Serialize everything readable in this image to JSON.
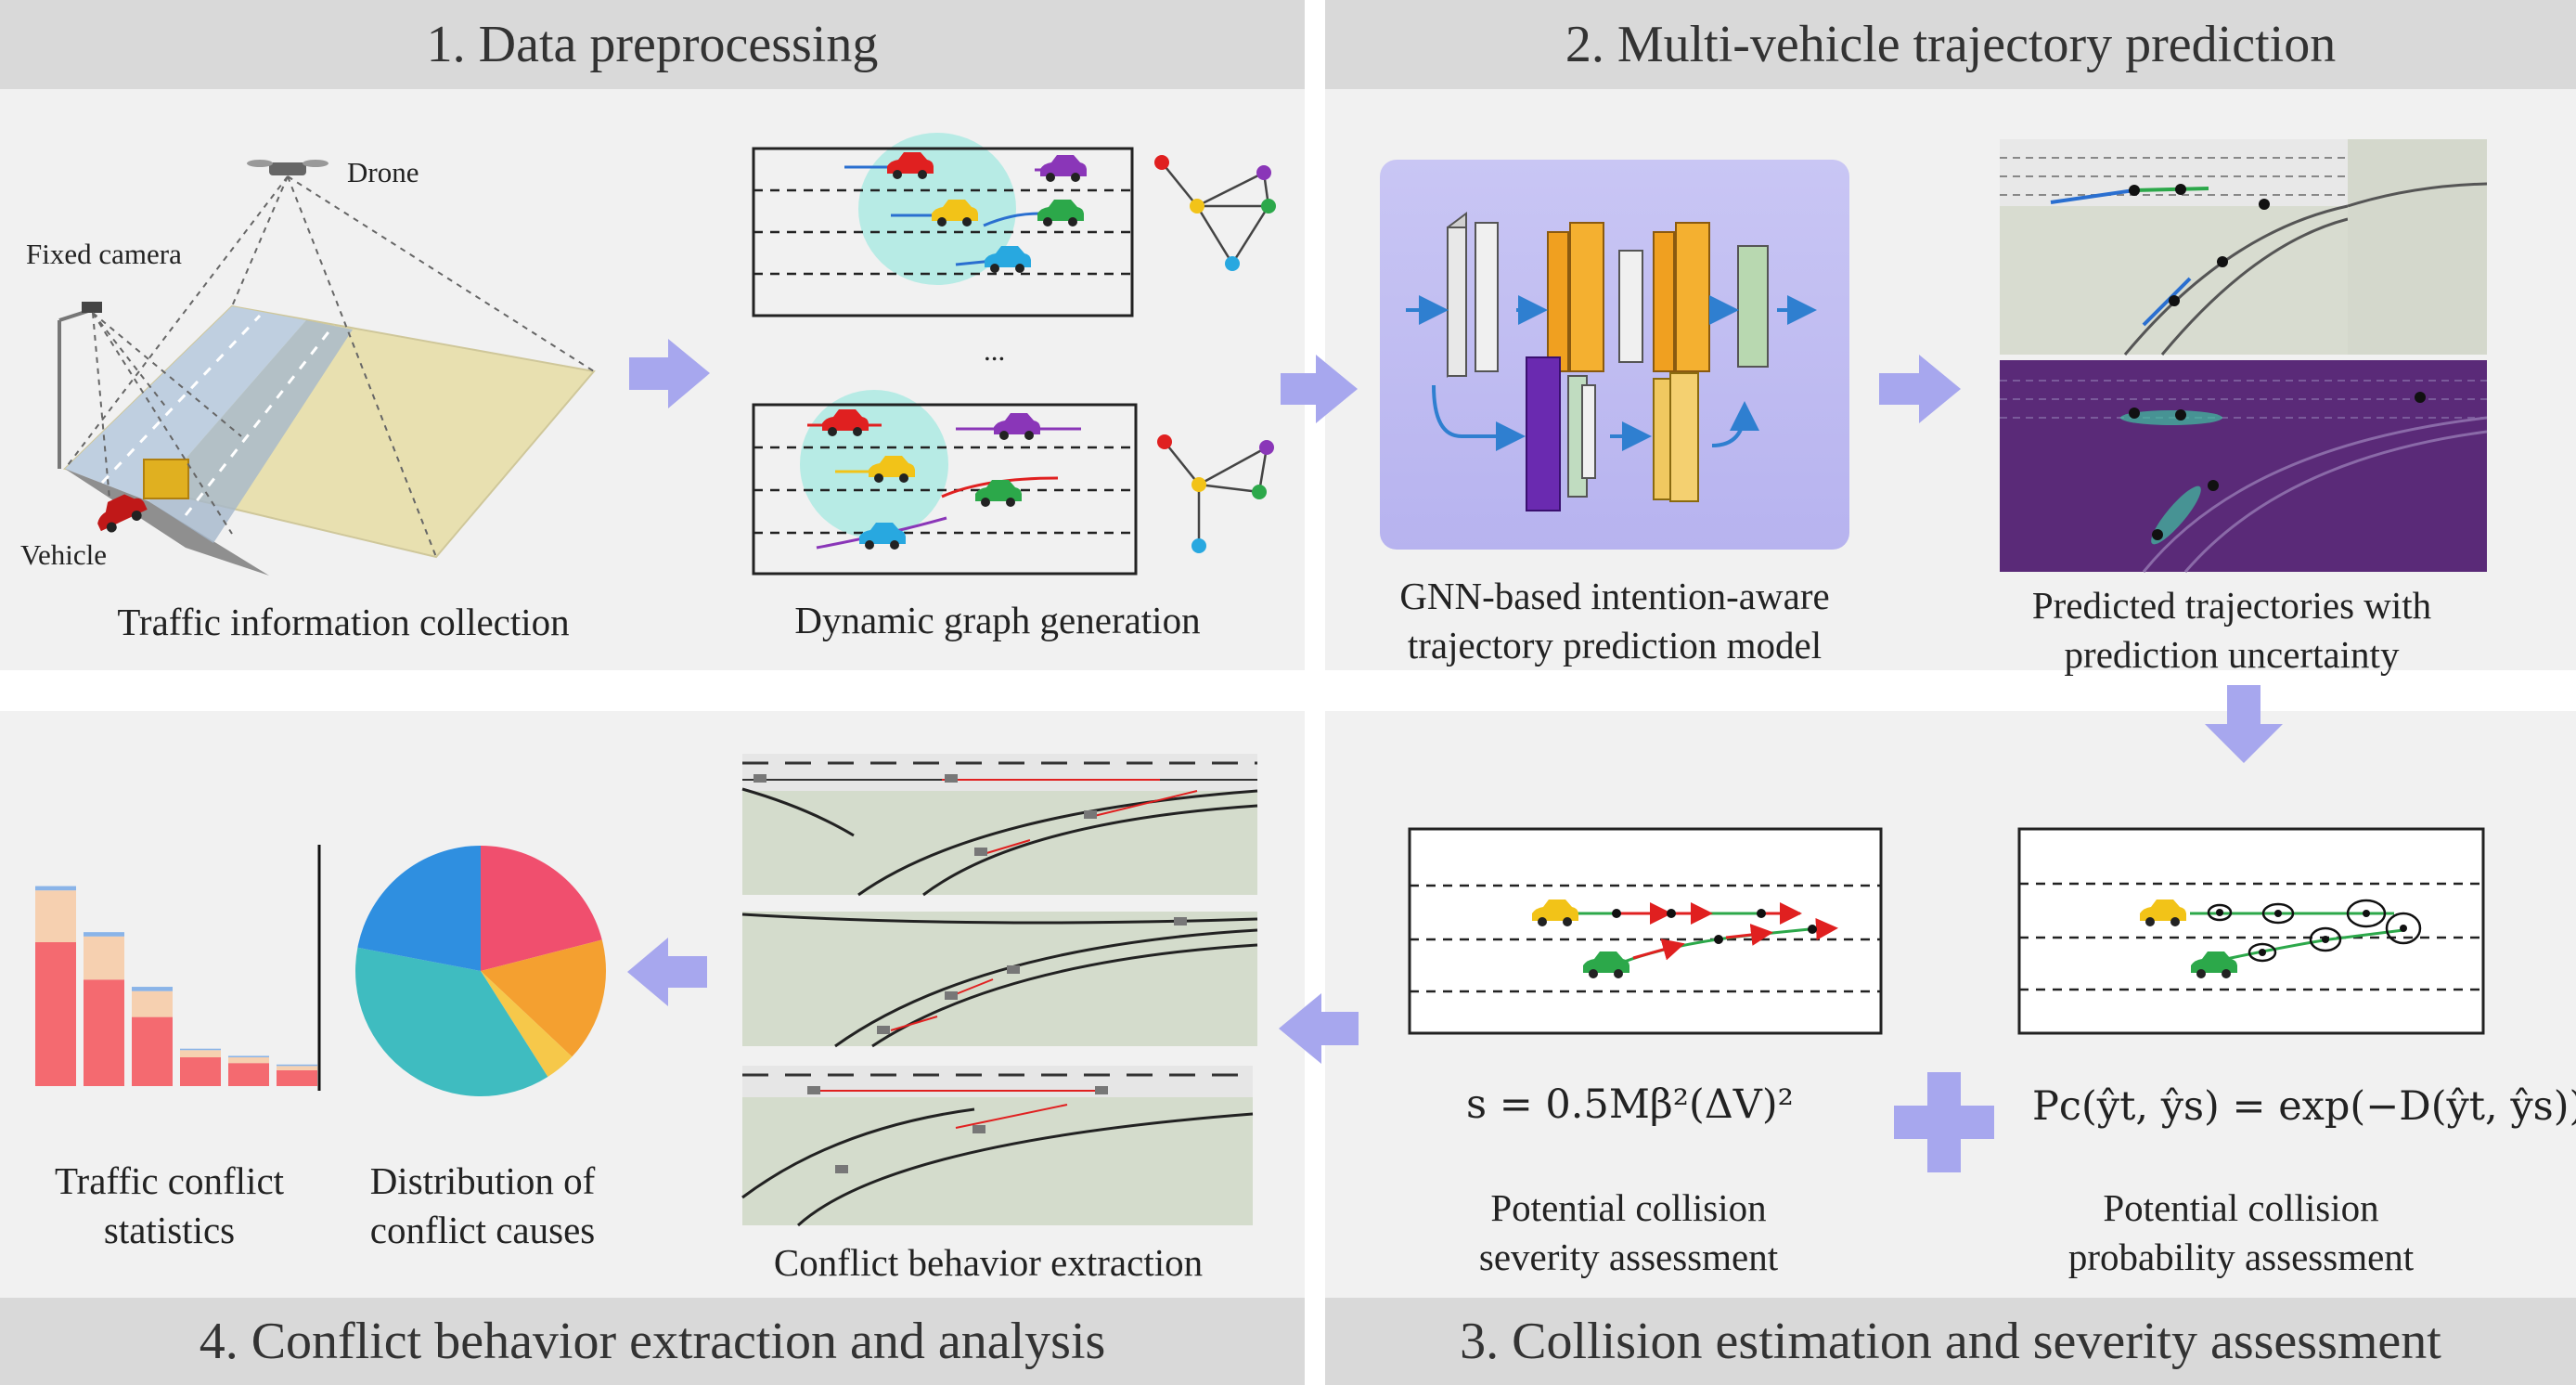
{
  "sections": {
    "s1": "1. Data preprocessing",
    "s2": "2. Multi-vehicle trajectory prediction",
    "s3": "3. Collision estimation and severity assessment",
    "s4": "4. Conflict behavior extraction and analysis"
  },
  "s1": {
    "drone": "Drone",
    "fixed_camera": "Fixed camera",
    "vehicle": "Vehicle",
    "collection": "Traffic information collection",
    "ellipsis": "...",
    "graph": "Dynamic graph generation"
  },
  "s2": {
    "model": "GNN-based intention-aware\ntrajectory prediction model",
    "predicted": "Predicted trajectories with\nprediction uncertainty"
  },
  "s3": {
    "severity_formula": "s = 0.5Mβ²(ΔV)²",
    "probability_formula": "Pc(ŷt, ŷs) = exp(−D(ŷt, ŷs))",
    "severity": "Potential collision\nseverity assessment",
    "probability": "Potential collision\nprobability assessment"
  },
  "s4": {
    "stats": "Traffic conflict\nstatistics",
    "causes": "Distribution of\nconflict causes",
    "extraction": "Conflict behavior extraction"
  },
  "colors": {
    "arrow": "#a7a7ee",
    "header_bg": "#d9d9d9",
    "panel_bg": "#f1f1f1",
    "car_red": "#e02020",
    "car_purple": "#8a36b8",
    "car_yellow": "#f2c318",
    "car_green": "#2ca84a",
    "car_blue": "#28a8e0",
    "pie": [
      "#f04f6e",
      "#f4a030",
      "#f6c84a",
      "#3fbcc0",
      "#2f8fe0"
    ]
  },
  "chart_data": {
    "type": "bar",
    "title": "",
    "categories": [
      "",
      "",
      "",
      "",
      "",
      ""
    ],
    "series": [
      {
        "name": "",
        "values": [
          100,
          74,
          48,
          20,
          16,
          11
        ]
      },
      {
        "name": "",
        "values": [
          36,
          30,
          18,
          5,
          4,
          3
        ]
      },
      {
        "name": "",
        "values": [
          3,
          3,
          3,
          1,
          1,
          1
        ]
      }
    ]
  },
  "pie_data": {
    "type": "pie",
    "values": [
      21,
      16,
      4,
      37,
      22
    ]
  }
}
